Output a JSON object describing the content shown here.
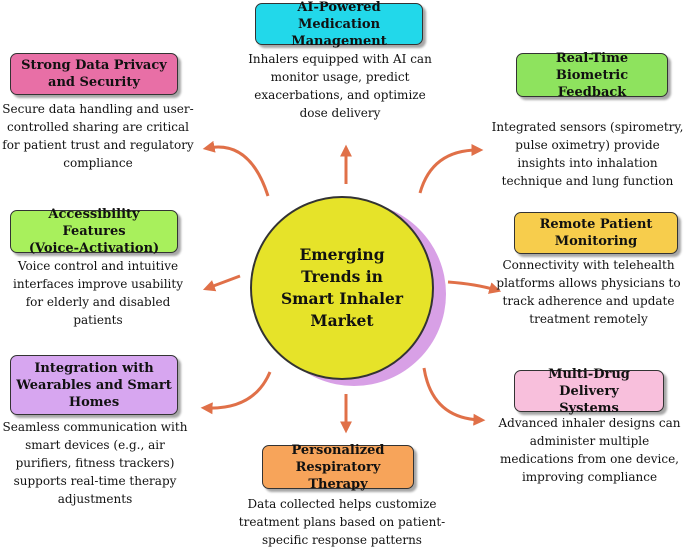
{
  "center": {
    "title": "Emerging\nTrends in\nSmart Inhaler\nMarket",
    "color": "#e6e329",
    "shadow_color": "#d8a0e6"
  },
  "arrow_color": "#e07048",
  "nodes": [
    {
      "id": "ai-medication",
      "title": "AI-Powered Medication\nManagement",
      "color": "#22d8ea",
      "description": "Inhalers equipped with AI can\nmonitor usage, predict\nexacerbations, and optimize\ndose delivery"
    },
    {
      "id": "data-privacy",
      "title": "Strong Data Privacy\nand Security",
      "color": "#e86fa6",
      "description": "Secure data handling and user-\ncontrolled sharing are critical\nfor patient trust and regulatory\ncompliance"
    },
    {
      "id": "biometric-feedback",
      "title": "Real-Time Biometric\nFeedback",
      "color": "#8ee35e",
      "description": "Integrated sensors (spirometry,\npulse oximetry) provide\ninsights into inhalation\ntechnique and lung function"
    },
    {
      "id": "accessibility",
      "title": "Accessibility Features\n(Voice-Activation)",
      "color": "#a8f05c",
      "description": "Voice control and intuitive\ninterfaces improve usability\nfor elderly and disabled\npatients"
    },
    {
      "id": "remote-monitoring",
      "title": "Remote Patient\nMonitoring",
      "color": "#f7cd4c",
      "description": "Connectivity with telehealth\nplatforms allows physicians to\ntrack adherence and update\ntreatment remotely"
    },
    {
      "id": "wearables",
      "title": "Integration with\nWearables and Smart\nHomes",
      "color": "#d7a6f0",
      "description": "Seamless communication with\nsmart devices (e.g., air\npurifiers, fitness trackers)\nsupports real-time therapy\nadjustments"
    },
    {
      "id": "multi-drug",
      "title": "Multi-Drug Delivery\nSystems",
      "color": "#f8bfdc",
      "description": "Advanced inhaler designs can\nadminister multiple\nmedications from one device,\nimproving compliance"
    },
    {
      "id": "respiratory-therapy",
      "title": "Personalized\nRespiratory Therapy",
      "color": "#f7a45a",
      "description": "Data collected helps customize\ntreatment plans based on patient-\nspecific response patterns"
    }
  ]
}
